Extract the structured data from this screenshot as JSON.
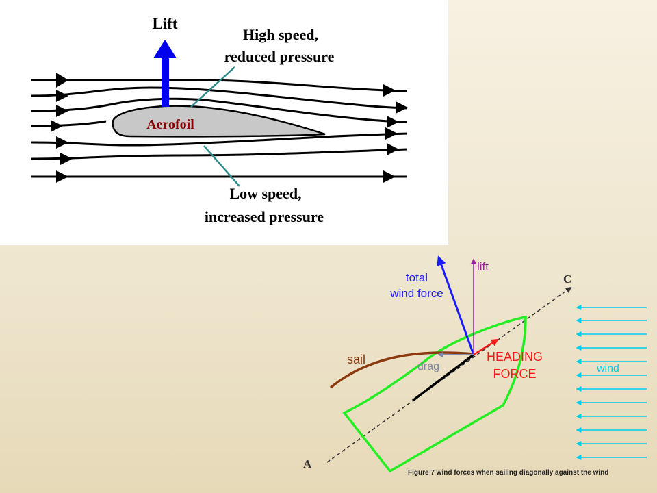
{
  "aerofoil_diagram": {
    "lift_label": "Lift",
    "high_speed_line1": "High speed,",
    "high_speed_line2": "reduced pressure",
    "aerofoil_label": "Aerofoil",
    "low_speed_line1": "Low speed,",
    "low_speed_line2": "increased pressure",
    "colors": {
      "panel": "#ffffff",
      "lift_arrow": "#0000ee",
      "aerofoil_fill": "#c8c8c8",
      "aerofoil_label": "#8b0000",
      "leader_line": "#2e8b8b"
    }
  },
  "sailing_diagram": {
    "label_total_line1": "total",
    "label_total_line2": "wind force",
    "label_lift": "lift",
    "label_c": "C",
    "label_a": "A",
    "label_sail": "sail",
    "label_drag": "drag",
    "label_heading_line1": "HEADING",
    "label_heading_line2": "FORCE",
    "label_wind": "wind",
    "caption": "Figure 7 wind forces when sailing diagonally against the wind",
    "colors": {
      "hull": "#22ee22",
      "total_force": "#1a1aff",
      "lift": "#992299",
      "heading": "#ff1a1a",
      "sail": "#8b3a10",
      "drag": "#7a8aa8",
      "wind": "#00ccee"
    }
  }
}
